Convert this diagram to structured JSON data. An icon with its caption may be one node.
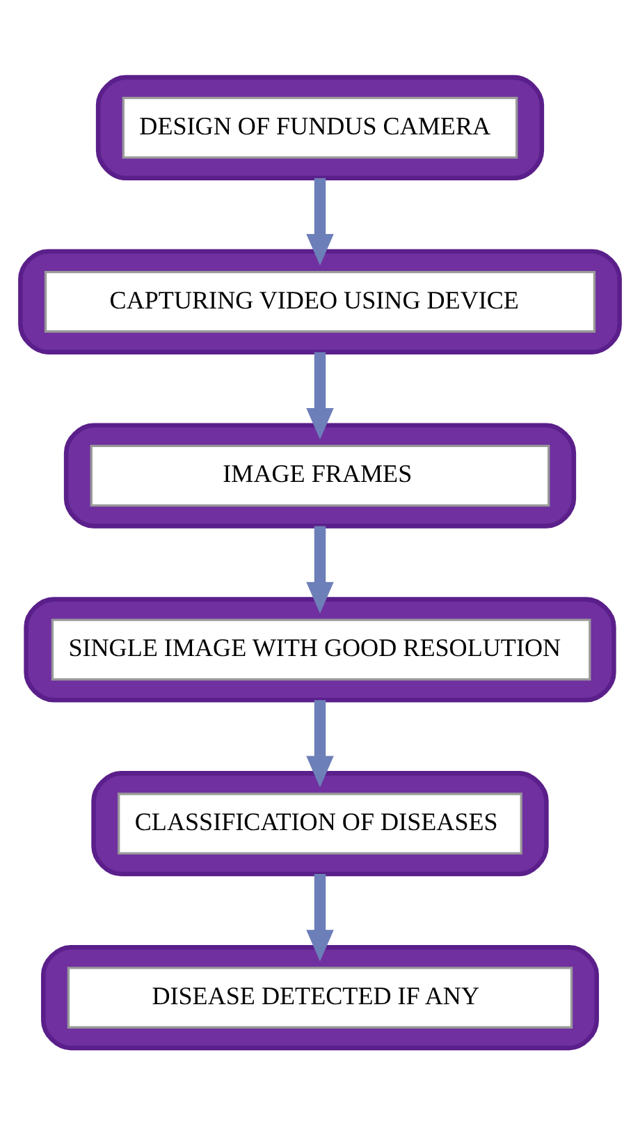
{
  "diagram": {
    "nodes": [
      {
        "text": [
          "DESIGN OF FUNDUS CAMERA"
        ]
      },
      {
        "text": [
          "CAPTURING VIDEO USING DEVICE"
        ]
      },
      {
        "text": [
          "IMAGE FRAMES"
        ]
      },
      {
        "text": [
          "SINGLE IMAGE WITH GOOD RESOLUTION"
        ]
      },
      {
        "text": [
          "CLASSIFICATION OF DISEASES"
        ]
      },
      {
        "text": [
          "DISEASE DETECTED IF ANY"
        ]
      }
    ],
    "edges": [
      {
        "from": 0,
        "to": 1,
        "arrow": "to"
      },
      {
        "from": 1,
        "to": 2,
        "arrow": "to"
      },
      {
        "from": 2,
        "to": 3,
        "arrow": "to"
      },
      {
        "from": 3,
        "to": 4,
        "arrow": "to"
      },
      {
        "from": 4,
        "to": 5,
        "arrow": "to"
      }
    ]
  }
}
